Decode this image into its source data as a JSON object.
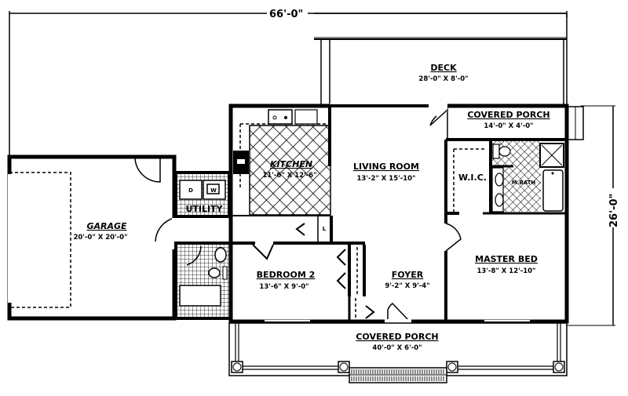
{
  "plan": {
    "overall_width": "66'-0\"",
    "overall_depth": "26'-0\""
  },
  "rooms": {
    "deck": {
      "name": "DECK",
      "size": "28'-0\" X 8'-0\""
    },
    "covered_porch_rear": {
      "name": "COVERED PORCH",
      "size": "14'-0\" X 4'-0\""
    },
    "kitchen": {
      "name": "KITCHEN",
      "size": "11'-6\" X 12'-6\""
    },
    "living_room": {
      "name": "LIVING ROOM",
      "size": "13'-2\" X 15'-10\""
    },
    "garage": {
      "name": "GARAGE",
      "size": "20'-0\" X 20'-0\""
    },
    "utility": {
      "name": "UTILITY",
      "dryer": "D",
      "washer": "W"
    },
    "wic": {
      "name": "W.I.C."
    },
    "master_bath": {
      "name": "M.BATH"
    },
    "master_bed": {
      "name": "MASTER BED",
      "size": "13'-8\" X 12'-10\""
    },
    "bedroom_2": {
      "name": "BEDROOM 2",
      "size": "13'-6\" X 9'-0\""
    },
    "foyer": {
      "name": "FOYER",
      "size": "9'-2\" X 9'-4\""
    },
    "covered_porch_front": {
      "name": "COVERED PORCH",
      "size": "40'-0\" X 6'-0\""
    },
    "linen": {
      "name": "L"
    }
  },
  "colors": {
    "line": "#000000",
    "background": "#ffffff"
  }
}
